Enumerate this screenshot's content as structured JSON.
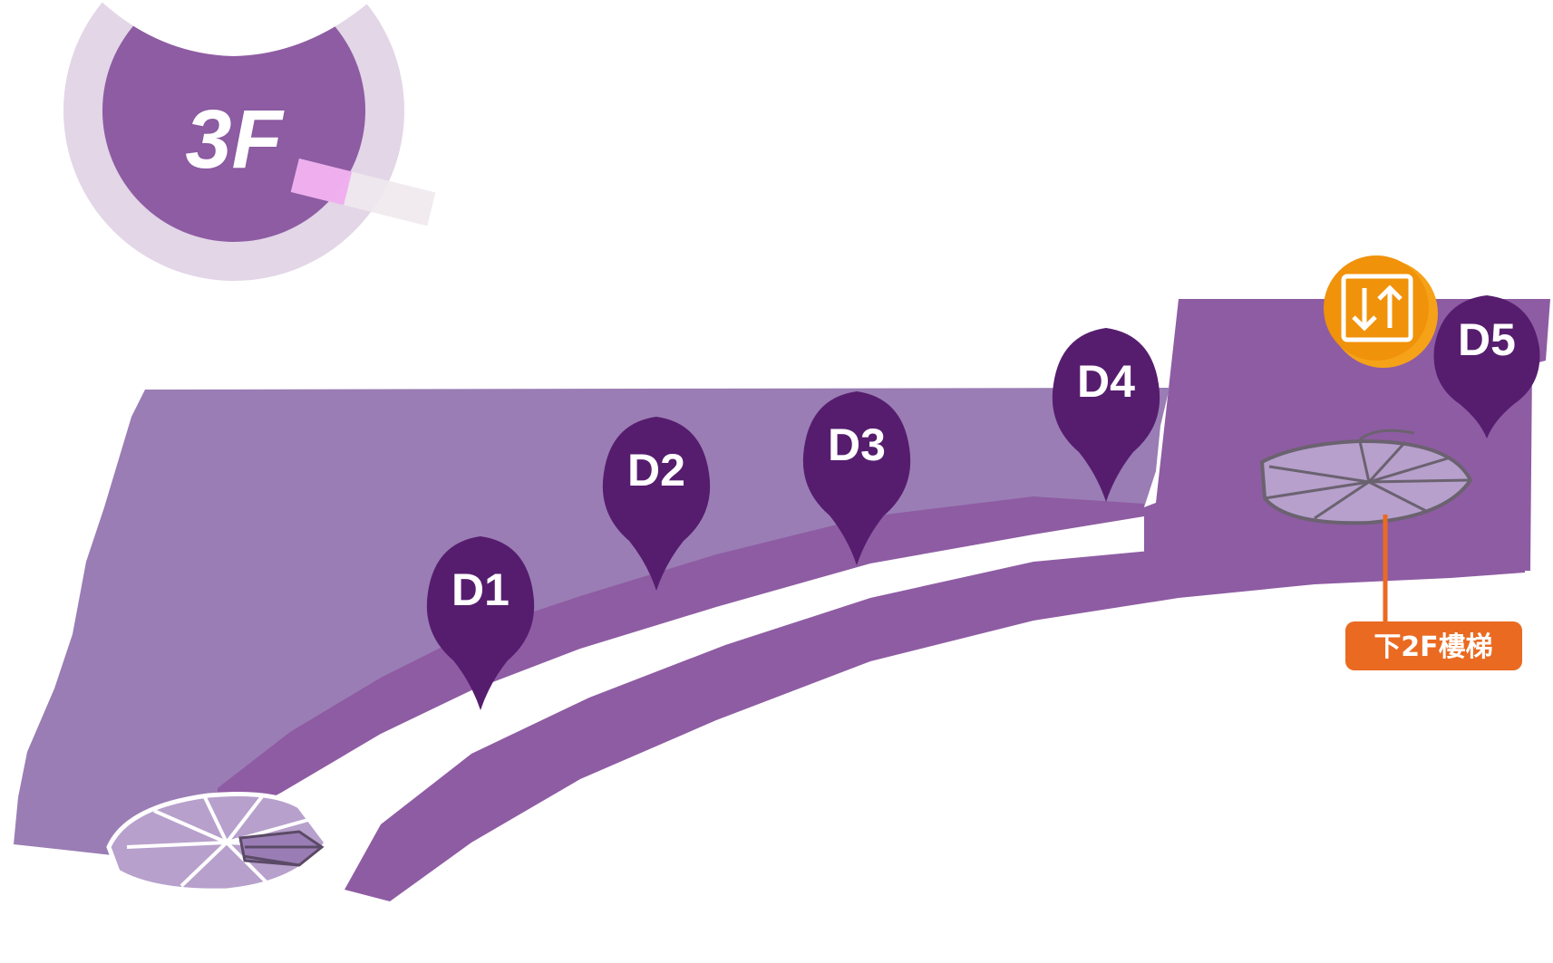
{
  "floor": {
    "label": "3F"
  },
  "pins": [
    {
      "id": "D1",
      "label": "D1"
    },
    {
      "id": "D2",
      "label": "D2"
    },
    {
      "id": "D3",
      "label": "D3"
    },
    {
      "id": "D4",
      "label": "D4"
    },
    {
      "id": "D5",
      "label": "D5"
    }
  ],
  "elevator": {
    "icon": "elevator-up-down-icon"
  },
  "stairs": {
    "label": "下2F樓梯",
    "icon": "stairs-icon"
  },
  "colors": {
    "floor_main": "#9a7db4",
    "floor_raised": "#8e5ca3",
    "corridor": "#8e5ca3",
    "pin": "#561d6e",
    "badge_outer": "#e2d6e7",
    "badge_inner": "#8e5ca3",
    "elevator": "#f0920a",
    "stairs_callout": "#ea6a22",
    "stairs_fill": "#b7a0cc"
  }
}
